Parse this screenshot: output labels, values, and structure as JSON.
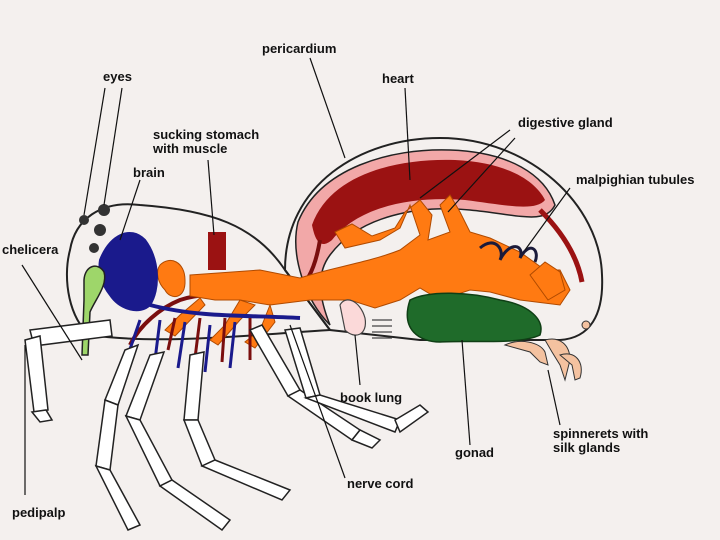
{
  "labels": {
    "pericardium": "pericardium",
    "eyes": "eyes",
    "heart": "heart",
    "digestive_gland": "digestive gland",
    "sucking_stomach_line1": "sucking stomach",
    "sucking_stomach_line2": "with muscle",
    "brain": "brain",
    "malpighian_tubules": "malpighian tubules",
    "chelicera": "chelicera",
    "book_lung": "book lung",
    "spinnerets_line1": "spinnerets with",
    "spinnerets_line2": "silk glands",
    "gonad": "gonad",
    "nerve_cord": "nerve cord",
    "pedipalp": "pedipalp"
  },
  "colors": {
    "background": "#f4f0ee",
    "heart": "#9b1212",
    "pericardium": "#f2a8a8",
    "digestive": "#ff7a12",
    "nervous": "#1a1a8c",
    "gonad": "#1f6b2a",
    "chelicera": "#9ed66a",
    "spinneret": "#f4c2a0",
    "malpighian": "#1a1a3a",
    "outline": "#222222"
  }
}
